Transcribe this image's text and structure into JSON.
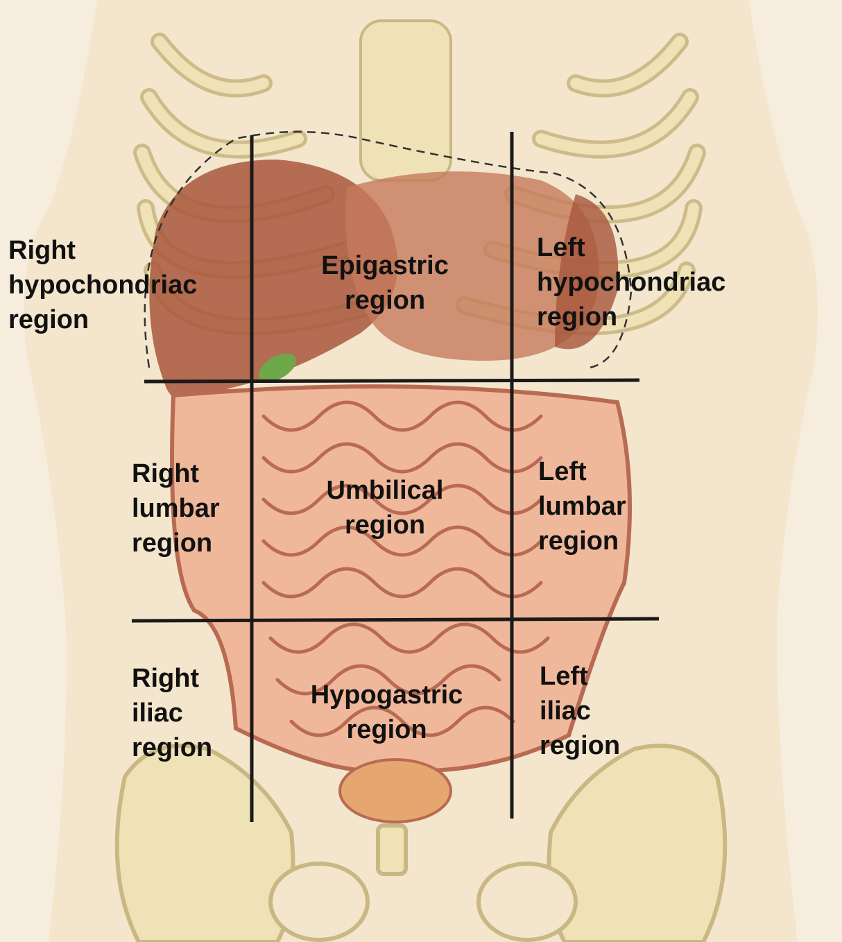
{
  "regions": {
    "right_hypochondriac": [
      "Right",
      "hypochondriac",
      "region"
    ],
    "epigastric": [
      "Epigastric",
      "region"
    ],
    "left_hypochondriac": [
      "Left",
      "hypochondriac",
      "region"
    ],
    "right_lumbar": [
      "Right",
      "lumbar",
      "region"
    ],
    "umbilical": [
      "Umbilical",
      "region"
    ],
    "left_lumbar": [
      "Left",
      "lumbar",
      "region"
    ],
    "right_iliac": [
      "Right",
      "iliac",
      "region"
    ],
    "hypogastric": [
      "Hypogastric",
      "region"
    ],
    "left_iliac": [
      "Left",
      "iliac",
      "region"
    ]
  },
  "colors": {
    "skin": "#f3e6cc",
    "bone": "#efe2b6",
    "bone_outline": "#c9b883",
    "liver": "#a8563c",
    "stomach": "#c57a5c",
    "intestine": "#f0b89a",
    "intestine_outline": "#b86a52",
    "gallbladder": "#6fa84a",
    "bladder": "#e6a66f",
    "grid_line": "#1a1a1a"
  }
}
